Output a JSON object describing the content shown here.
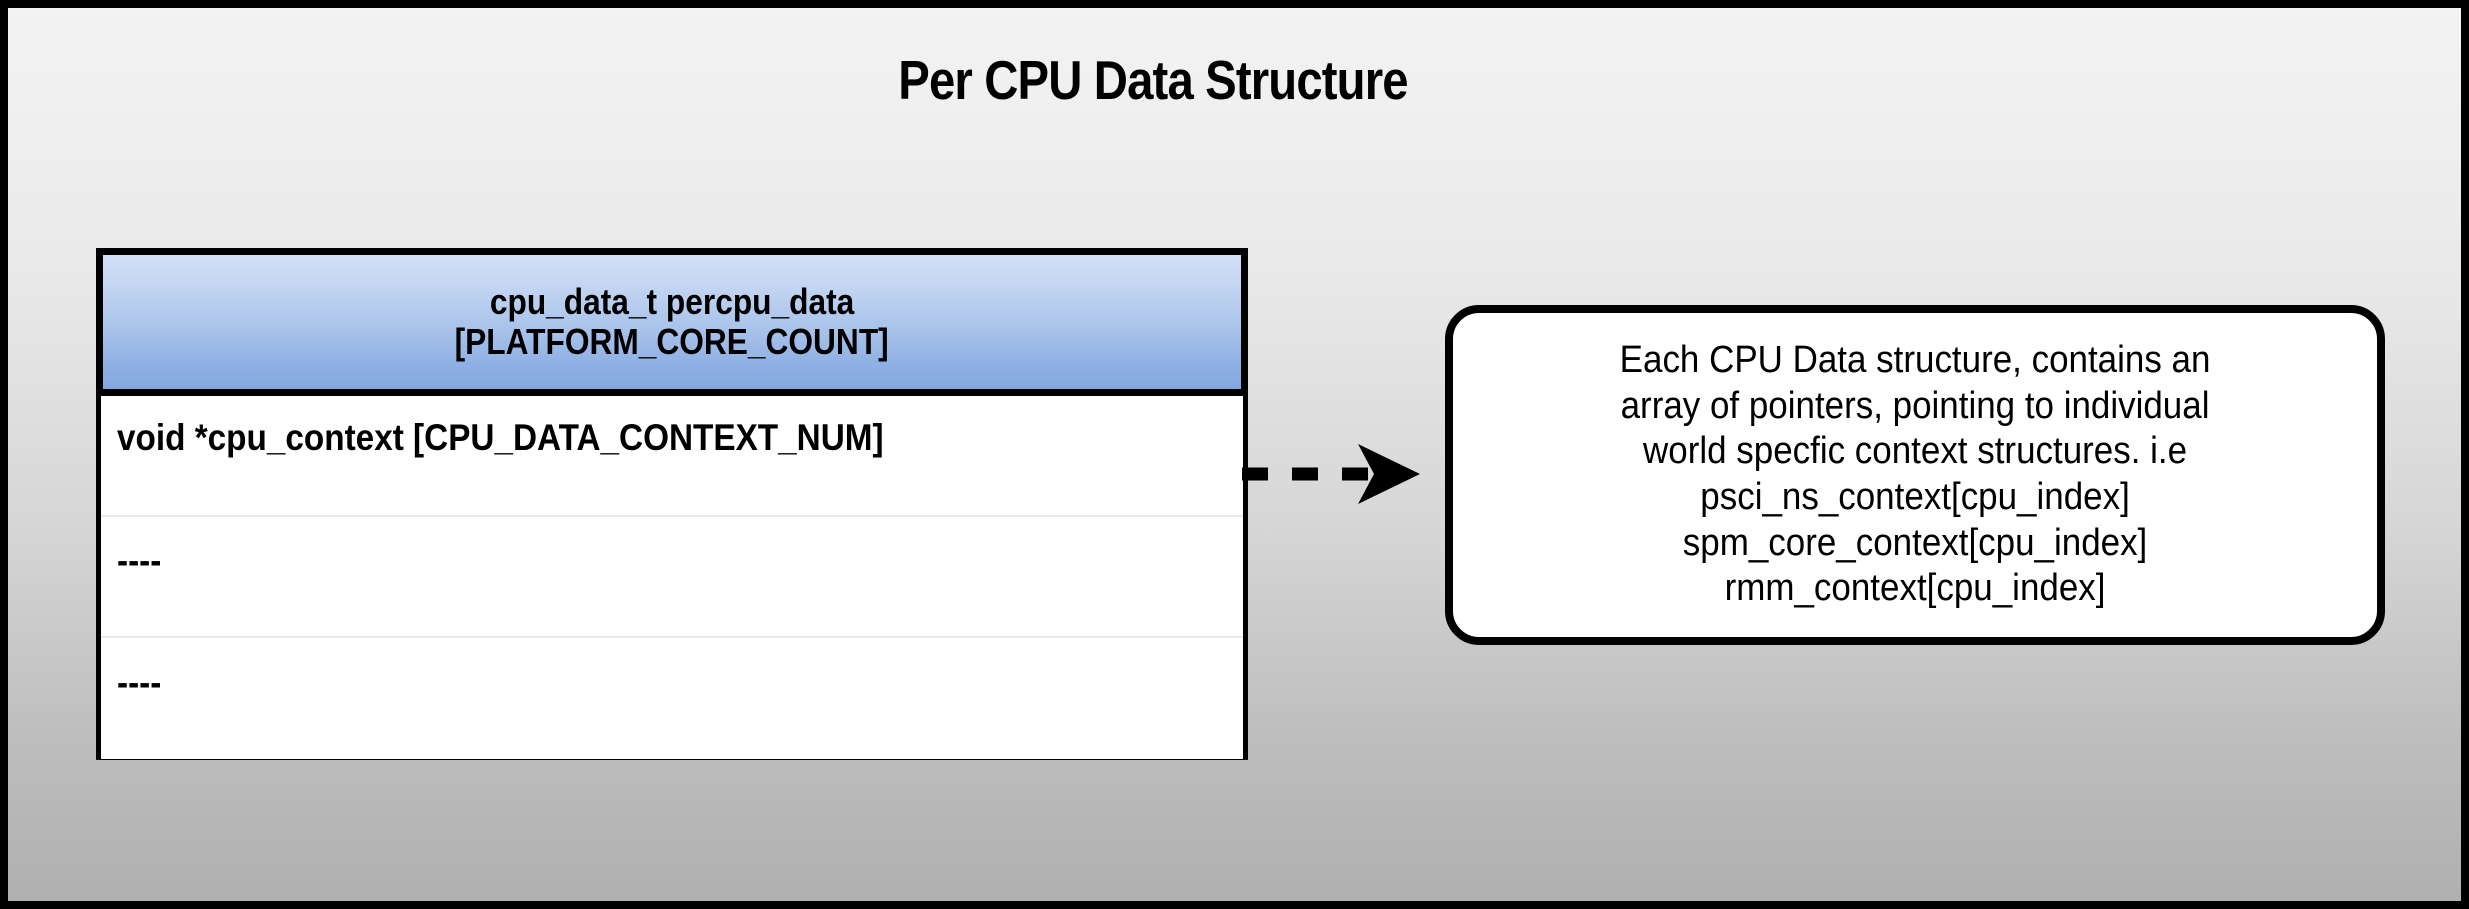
{
  "diagram": {
    "title": "Per CPU Data Structure",
    "background_top_color": "#f3f3f3",
    "background_bottom_color": "#b0b0b0",
    "border_color": "#000000"
  },
  "struct_table": {
    "header": {
      "line1": "cpu_data_t percpu_data",
      "line2": "[PLATFORM_CORE_COUNT]",
      "gradient_top_color": "#d3e0f6",
      "gradient_bottom_color": "#83a7e0"
    },
    "rows": [
      {
        "label": "void *cpu_context [CPU_DATA_CONTEXT_NUM]"
      },
      {
        "label": "----"
      },
      {
        "label": "----"
      }
    ]
  },
  "connector": {
    "style": "dashed-arrow",
    "direction": "right",
    "color": "#000000"
  },
  "callout": {
    "text": "Each CPU Data structure, contains an\narray of pointers, pointing to individual\nworld specfic context structures. i.e\npsci_ns_context[cpu_index]\nspm_core_context[cpu_index]\nrmm_context[cpu_index]",
    "border_color": "#000000",
    "background_color": "#ffffff"
  }
}
